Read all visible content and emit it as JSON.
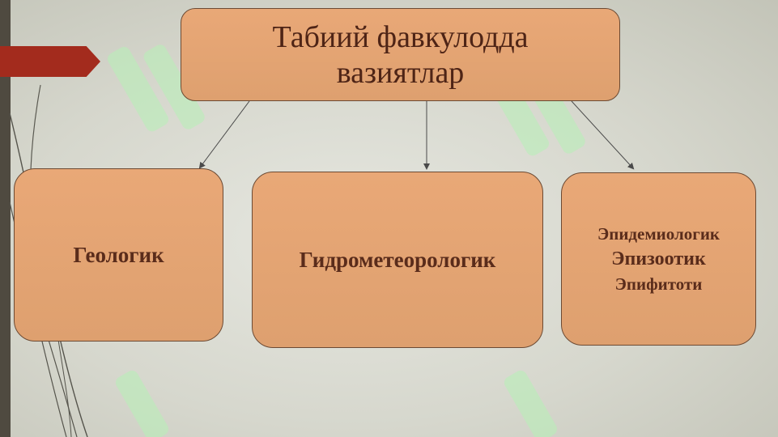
{
  "title": {
    "line1": "Табиий фавкулодда",
    "line2": "вазиятлар"
  },
  "categories": [
    {
      "label": "Геологик"
    },
    {
      "label": "Гидрометеорологик"
    },
    {
      "lines": [
        "Эпидемиологик",
        "Эпизоотик",
        "Эпифитоти"
      ]
    }
  ],
  "colors": {
    "box_fill": "#dea06f",
    "box_border": "#6c4a33",
    "text": "#5a2c1b",
    "accent_tab": "#a32b1d",
    "background": "#d6d7cd"
  }
}
